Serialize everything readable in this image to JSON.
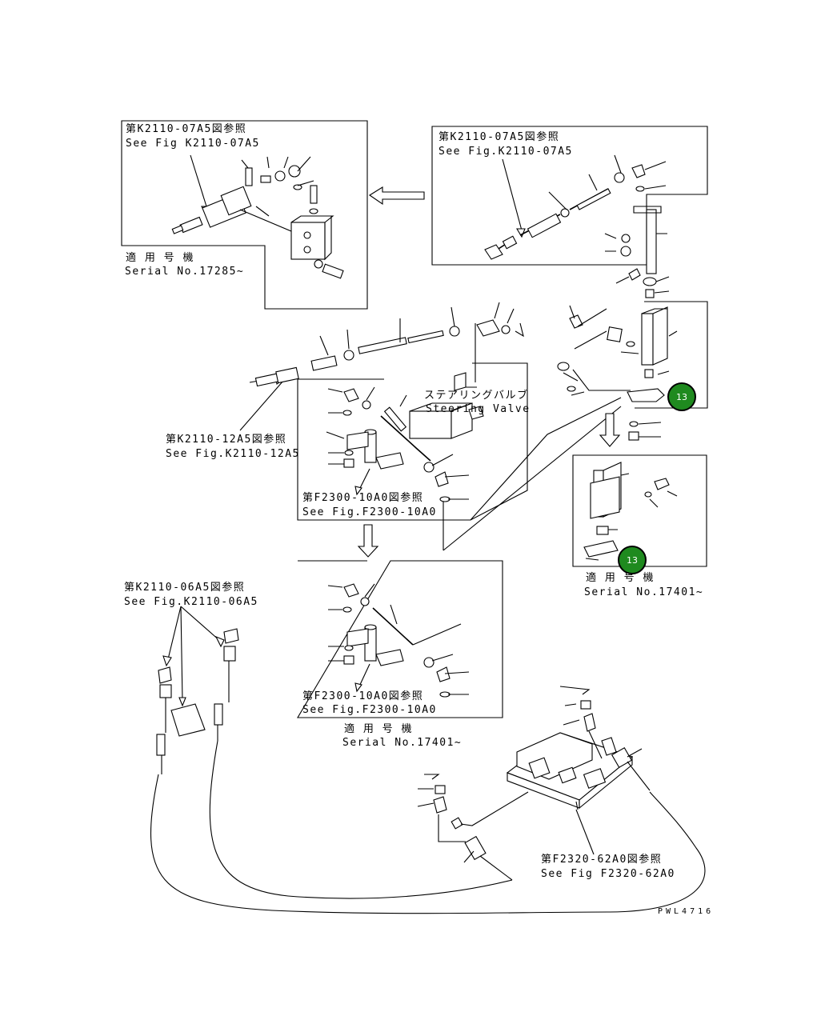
{
  "colors": {
    "badge_fill": "#1f8a1f",
    "ink": "#000000"
  },
  "callouts": {
    "top_left_jp": "第K2110-07A5図参照",
    "top_left_en": "See Fig K2110-07A5",
    "top_left_serial_jp": "適 用 号 機",
    "top_left_serial_en": "Serial No.17285~",
    "top_right_jp": "第K2110-07A5図参照",
    "top_right_en": "See Fig.K2110-07A5",
    "steering_jp": "ステアリングバルブ",
    "steering_en": "Steering Valve",
    "mid_left_jp": "第K2110-12A5図参照",
    "mid_left_en": "See Fig.K2110-12A5",
    "mid_f2300_jp": "第F2300-10A0図参照",
    "mid_f2300_en": "See Fig.F2300-10A0",
    "right_serial_jp": "適 用 号 機",
    "right_serial_en": "Serial No.17401~",
    "lower_left_jp": "第K2110-06A5図参照",
    "lower_left_en": "See Fig.K2110-06A5",
    "lower_f2300_jp": "第F2300-10A0図参照",
    "lower_f2300_en": "See Fig.F2300-10A0",
    "lower_serial_jp": "適 用 号 機",
    "lower_serial_en": "Serial No.17401~",
    "bottom_f2320_jp": "第F2320-62A0図参照",
    "bottom_f2320_en": "See Fig F2320-62A0",
    "drawing_code": "PWL4716"
  },
  "badges": [
    {
      "label": "13"
    },
    {
      "label": "13"
    }
  ]
}
